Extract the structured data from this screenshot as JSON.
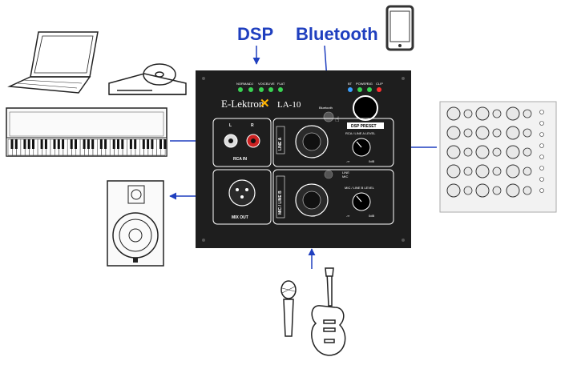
{
  "labels": {
    "dsp": "DSP",
    "bluetooth": "Bluetooth"
  },
  "panel": {
    "brand": "E-Lektron",
    "model": "LA-10",
    "bluetooth_label": "Bluetooth",
    "dsp_preset": "DSP PRESET",
    "eq_modes": [
      "NORMAL",
      "DJ",
      "VOICE",
      "LIVE",
      "FLAT"
    ],
    "status_leds": [
      "BT",
      "POWER",
      "SIG",
      "CLIP"
    ],
    "rca_left": "L",
    "rca_right": "R",
    "rca_in": "RCA IN",
    "line_a_tag": "LINE A",
    "rca_line_a_level": "RCA / LINE A LEVEL",
    "mix_out": "MIX OUT",
    "mic_line_b_tag": "MIC / LINE B",
    "line_opt": "LINE",
    "mic_opt": "MIC",
    "mic_line_b_level": "MIC / LINE B LEVEL",
    "min_mark": "-∞",
    "max_mark": "0dB"
  },
  "colors": {
    "accent_blue": "#1f3fbf",
    "panel": "#1e1e1e",
    "led_green": "#39d353",
    "led_red": "#ff3030",
    "led_blue": "#3aa0ff"
  }
}
